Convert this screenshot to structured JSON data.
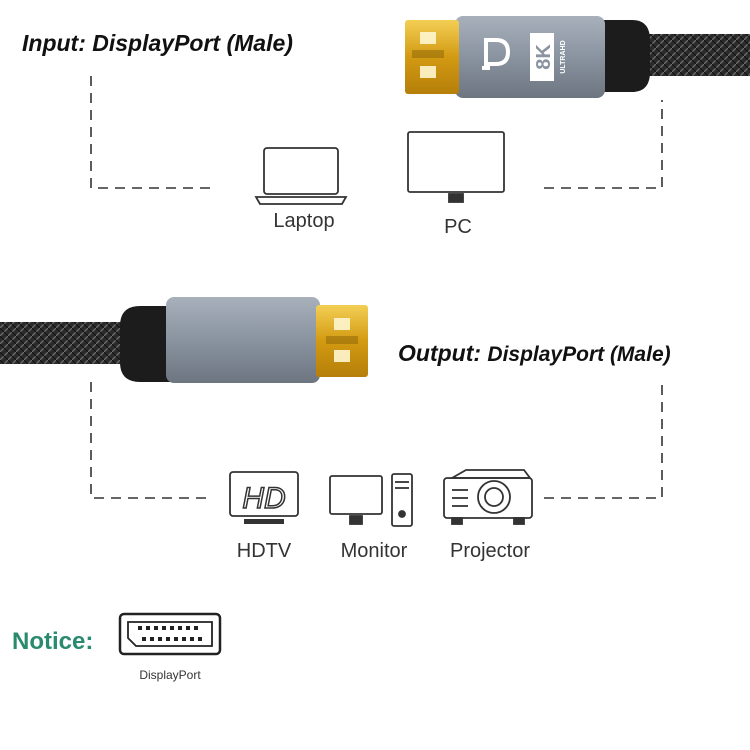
{
  "input": {
    "heading_label": "Input:",
    "heading_value": "DisplayPort (Male)",
    "devices": [
      {
        "name": "laptop-icon",
        "label": "Laptop"
      },
      {
        "name": "pc-icon",
        "label": "PC"
      }
    ]
  },
  "output": {
    "heading_label": "Output:",
    "heading_value": "DisplayPort (Male)",
    "devices": [
      {
        "name": "hdtv-icon",
        "label": "HDTV"
      },
      {
        "name": "monitor-icon",
        "label": "Monitor"
      },
      {
        "name": "projector-icon",
        "label": "Projector"
      }
    ]
  },
  "connector_top": {
    "badge_text": "8K",
    "badge_subtext": "ULTRAHD",
    "logo": "displayport-logo-icon"
  },
  "hdtv_icon_text": "HD",
  "notice": {
    "label": "Notice:",
    "caption": "DisplayPort"
  },
  "colors": {
    "cable_braid": "#2b2b2b",
    "connector_shell": "#8f99a6",
    "gold_plug": "#d8a21a",
    "notice_green": "#2a8a6e",
    "line": "#333333"
  }
}
